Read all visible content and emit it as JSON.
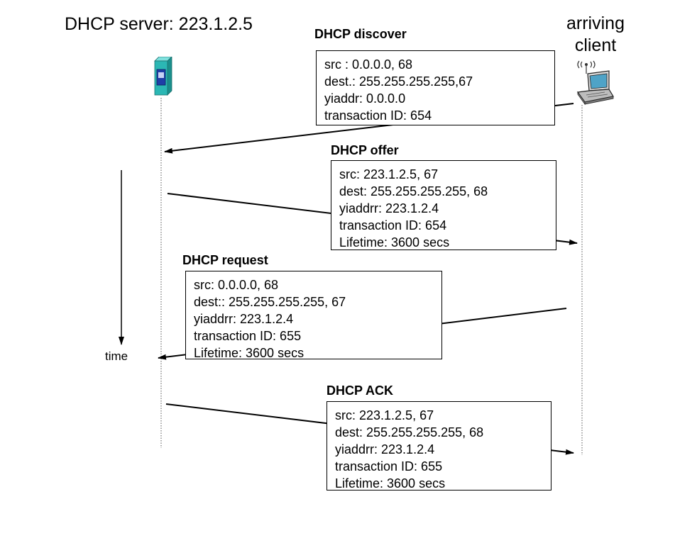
{
  "server": {
    "title": "DHCP server: 223.1.2.5"
  },
  "client": {
    "label_line1": "arriving",
    "label_line2": "client"
  },
  "time_label": "time",
  "messages": [
    {
      "title": "DHCP discover",
      "lines": [
        "src : 0.0.0.0, 68",
        "dest.: 255.255.255.255,67",
        "yiaddr:    0.0.0.0",
        "transaction ID: 654"
      ]
    },
    {
      "title": "DHCP offer",
      "lines": [
        "src: 223.1.2.5, 67",
        "dest:  255.255.255.255, 68",
        "yiaddrr: 223.1.2.4",
        "transaction ID: 654",
        "Lifetime: 3600 secs"
      ]
    },
    {
      "title": "DHCP request",
      "lines": [
        "src:  0.0.0.0, 68",
        "dest::  255.255.255.255, 67",
        "yiaddrr: 223.1.2.4",
        "transaction ID: 655",
        "Lifetime: 3600 secs"
      ]
    },
    {
      "title": "DHCP ACK",
      "lines": [
        "src: 223.1.2.5, 67",
        "dest:  255.255.255.255, 68",
        "yiaddrr: 223.1.2.4",
        "transaction ID: 655",
        "Lifetime: 3600 secs"
      ]
    }
  ],
  "colors": {
    "server_teal": "#2bb7b4",
    "server_blue": "#1f3fa8",
    "laptop_screen": "#4fa3c7"
  }
}
